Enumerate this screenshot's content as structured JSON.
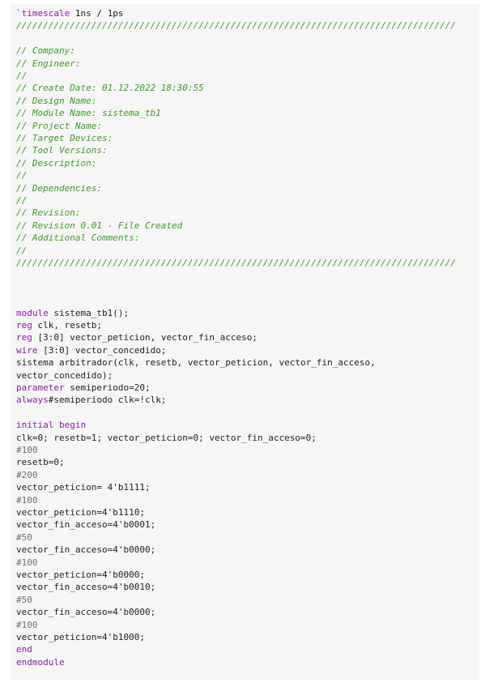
{
  "colors": {
    "background": "#f6f6f6",
    "text": "#222222",
    "comment": "#3f9a2b",
    "keyword": "#8a1ca8",
    "number": "#6f6f6f"
  },
  "lines": [
    {
      "parts": [
        {
          "t": "`timescale ",
          "c": "kw"
        },
        {
          "t": "1ns / 1ps",
          "c": "plain"
        }
      ]
    },
    {
      "parts": [
        {
          "t": "//////////////////////////////////////////////////////////////////////////////////",
          "c": "comment"
        }
      ]
    },
    {
      "parts": []
    },
    {
      "parts": [
        {
          "t": "// Company:",
          "c": "comment"
        }
      ]
    },
    {
      "parts": [
        {
          "t": "// Engineer:",
          "c": "comment"
        }
      ]
    },
    {
      "parts": [
        {
          "t": "//",
          "c": "comment"
        }
      ]
    },
    {
      "parts": [
        {
          "t": "// Create Date: 01.12.2022 18:30:55",
          "c": "comment"
        }
      ]
    },
    {
      "parts": [
        {
          "t": "// Design Name:",
          "c": "comment"
        }
      ]
    },
    {
      "parts": [
        {
          "t": "// Module Name: sistema_tb1",
          "c": "comment"
        }
      ]
    },
    {
      "parts": [
        {
          "t": "// Project Name:",
          "c": "comment"
        }
      ]
    },
    {
      "parts": [
        {
          "t": "// Target Devices:",
          "c": "comment"
        }
      ]
    },
    {
      "parts": [
        {
          "t": "// Tool Versions:",
          "c": "comment"
        }
      ]
    },
    {
      "parts": [
        {
          "t": "// Description:",
          "c": "comment"
        }
      ]
    },
    {
      "parts": [
        {
          "t": "//",
          "c": "comment"
        }
      ]
    },
    {
      "parts": [
        {
          "t": "// Dependencies:",
          "c": "comment"
        }
      ]
    },
    {
      "parts": [
        {
          "t": "//",
          "c": "comment"
        }
      ]
    },
    {
      "parts": [
        {
          "t": "// Revision:",
          "c": "comment"
        }
      ]
    },
    {
      "parts": [
        {
          "t": "// Revision 0.01 - File Created",
          "c": "comment"
        }
      ]
    },
    {
      "parts": [
        {
          "t": "// Additional Comments:",
          "c": "comment"
        }
      ]
    },
    {
      "parts": [
        {
          "t": "//",
          "c": "comment"
        }
      ]
    },
    {
      "parts": [
        {
          "t": "//////////////////////////////////////////////////////////////////////////////////",
          "c": "comment"
        }
      ]
    },
    {
      "parts": []
    },
    {
      "parts": []
    },
    {
      "parts": []
    },
    {
      "parts": [
        {
          "t": "module",
          "c": "kw"
        },
        {
          "t": " sistema_tb1();",
          "c": "plain"
        }
      ]
    },
    {
      "parts": [
        {
          "t": "reg",
          "c": "kw"
        },
        {
          "t": " clk, resetb;",
          "c": "plain"
        }
      ]
    },
    {
      "parts": [
        {
          "t": "reg",
          "c": "kw"
        },
        {
          "t": " [3:0] vector_peticion, vector_fin_acceso;",
          "c": "plain"
        }
      ]
    },
    {
      "parts": [
        {
          "t": "wire",
          "c": "kw"
        },
        {
          "t": " [3:0] vector_concedido;",
          "c": "plain"
        }
      ]
    },
    {
      "parts": [
        {
          "t": "sistema arbitrador(clk, resetb, vector_peticion, vector_fin_acceso,",
          "c": "plain"
        }
      ]
    },
    {
      "parts": [
        {
          "t": "vector_concedido);",
          "c": "plain"
        }
      ]
    },
    {
      "parts": [
        {
          "t": "parameter",
          "c": "kw"
        },
        {
          "t": " semiperiodo=20;",
          "c": "plain"
        }
      ]
    },
    {
      "parts": [
        {
          "t": "always",
          "c": "kw"
        },
        {
          "t": "#semiperiodo clk=!clk;",
          "c": "plain"
        }
      ]
    },
    {
      "parts": []
    },
    {
      "parts": [
        {
          "t": "initial begin",
          "c": "kw"
        }
      ]
    },
    {
      "parts": [
        {
          "t": "clk=0; resetb=1; vector_peticion=0; vector_fin_acceso=0;",
          "c": "plain"
        }
      ]
    },
    {
      "parts": [
        {
          "t": "#100",
          "c": "num"
        }
      ]
    },
    {
      "parts": [
        {
          "t": "resetb=0;",
          "c": "plain"
        }
      ]
    },
    {
      "parts": [
        {
          "t": "#200",
          "c": "num"
        }
      ]
    },
    {
      "parts": [
        {
          "t": "vector_peticion= 4'b1111;",
          "c": "plain"
        }
      ]
    },
    {
      "parts": [
        {
          "t": "#100",
          "c": "num"
        }
      ]
    },
    {
      "parts": [
        {
          "t": "vector_peticion=4'b1110;",
          "c": "plain"
        }
      ]
    },
    {
      "parts": [
        {
          "t": "vector_fin_acceso=4'b0001;",
          "c": "plain"
        }
      ]
    },
    {
      "parts": [
        {
          "t": "#50",
          "c": "num"
        }
      ]
    },
    {
      "parts": [
        {
          "t": "vector_fin_acceso=4'b0000;",
          "c": "plain"
        }
      ]
    },
    {
      "parts": [
        {
          "t": "#100",
          "c": "num"
        }
      ]
    },
    {
      "parts": [
        {
          "t": "vector_peticion=4'b0000;",
          "c": "plain"
        }
      ]
    },
    {
      "parts": [
        {
          "t": "vector_fin_acceso=4'b0010;",
          "c": "plain"
        }
      ]
    },
    {
      "parts": [
        {
          "t": "#50",
          "c": "num"
        }
      ]
    },
    {
      "parts": [
        {
          "t": "vector_fin_acceso=4'b0000;",
          "c": "plain"
        }
      ]
    },
    {
      "parts": [
        {
          "t": "#100",
          "c": "num"
        }
      ]
    },
    {
      "parts": [
        {
          "t": "vector_peticion=4'b1000;",
          "c": "plain"
        }
      ]
    },
    {
      "parts": [
        {
          "t": "end",
          "c": "kw"
        }
      ]
    },
    {
      "parts": [
        {
          "t": "endmodule",
          "c": "kw"
        }
      ]
    }
  ]
}
